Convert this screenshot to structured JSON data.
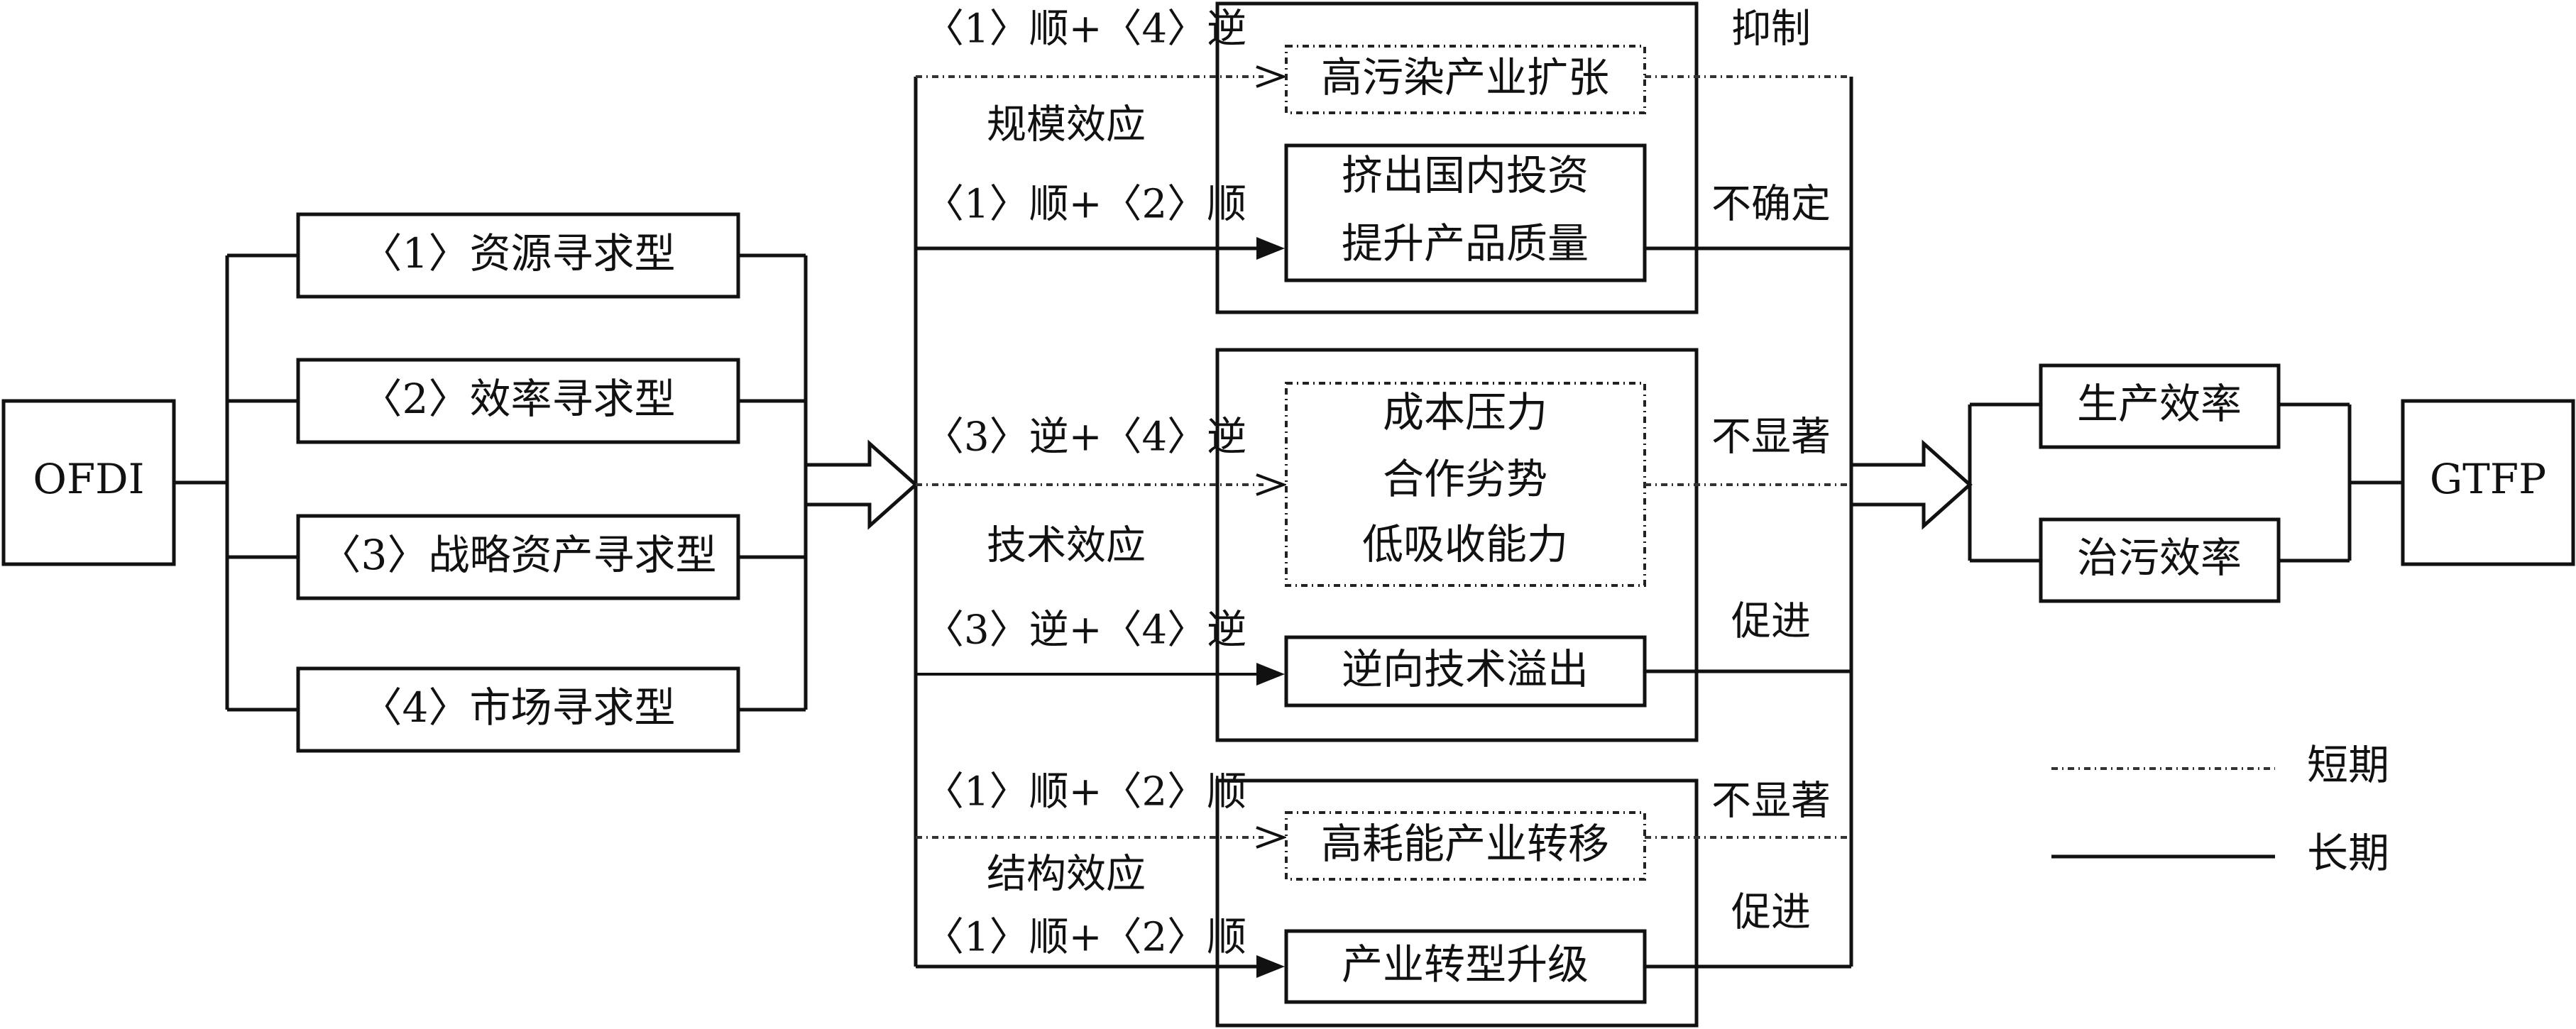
{
  "nodes": {
    "ofdi": "OFDI",
    "gtfp": "GTFP",
    "resource_seeking": "〈1〉资源寻求型",
    "efficiency_seeking": "〈2〉效率寻求型",
    "strategic_asset_seeking": "〈3〉战略资产寻求型",
    "market_seeking": "〈4〉市场寻求型",
    "high_pollution_expansion": "高污染产业扩张",
    "crowd_out_line1": "挤出国内投资",
    "crowd_out_line2": "提升产品质量",
    "cost_line1": "成本压力",
    "cost_line2": "合作劣势",
    "cost_line3": "低吸收能力",
    "reverse_spillover": "逆向技术溢出",
    "high_energy_transfer": "高耗能产业转移",
    "industrial_upgrade": "产业转型升级",
    "production_efficiency": "生产效率",
    "pollution_efficiency": "治污效率"
  },
  "effects": {
    "scale": "规模效应",
    "technology": "技术效应",
    "structure": "结构效应"
  },
  "paths": {
    "scale_short": "〈1〉顺+〈4〉逆",
    "scale_long": "〈1〉顺+〈2〉顺",
    "tech_short": "〈3〉逆+〈4〉逆",
    "tech_long": "〈3〉逆+〈4〉逆",
    "struct_short": "〈1〉顺+〈2〉顺",
    "struct_long": "〈1〉顺+〈2〉顺"
  },
  "results": {
    "inhibit": "抑制",
    "uncertain": "不确定",
    "not_significant_1": "不显著",
    "promote_1": "促进",
    "not_significant_2": "不显著",
    "promote_2": "促进"
  },
  "legend": {
    "short_term": "短期",
    "long_term": "长期"
  }
}
